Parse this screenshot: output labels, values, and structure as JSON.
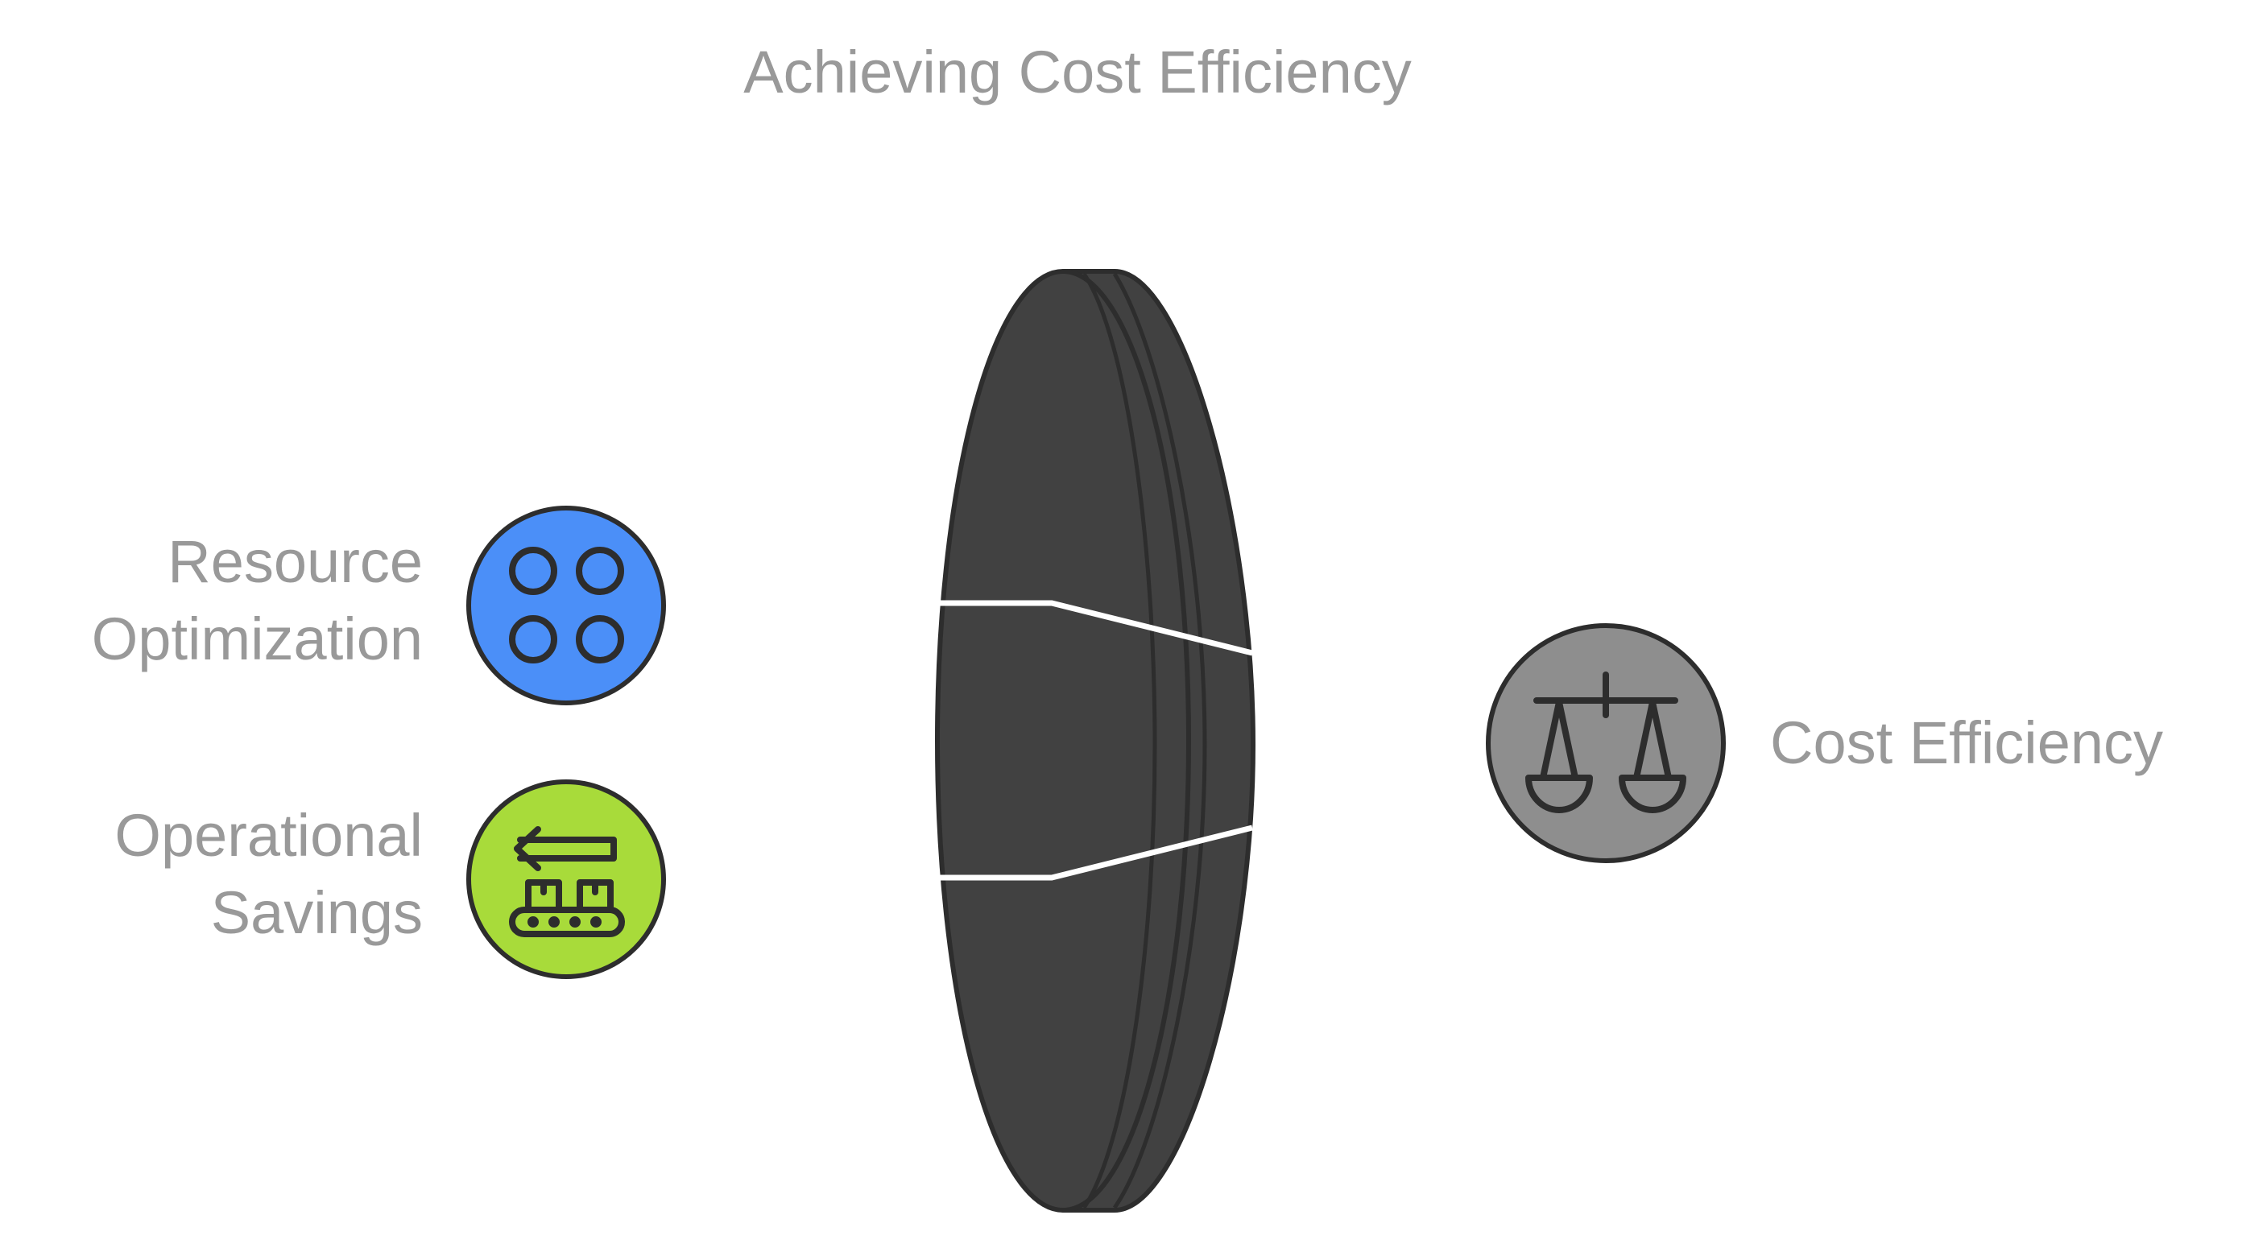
{
  "title": "Achieving Cost Efficiency",
  "inputs": [
    {
      "label_lines": [
        "Resource",
        "Optimization"
      ],
      "icon": "four-circles-icon",
      "color": "#4B8FF8"
    },
    {
      "label_lines": [
        "Operational",
        "Savings"
      ],
      "icon": "conveyor-belt-arrow-icon",
      "color": "#A8DB3A"
    }
  ],
  "output": {
    "label": "Cost Efficiency",
    "icon": "balance-scale-icon",
    "color": "#8E8E8E"
  },
  "colors": {
    "text": "#999999",
    "lens": "#414141",
    "outline": "#2D2D2D",
    "beam": "#FFFFFF"
  }
}
